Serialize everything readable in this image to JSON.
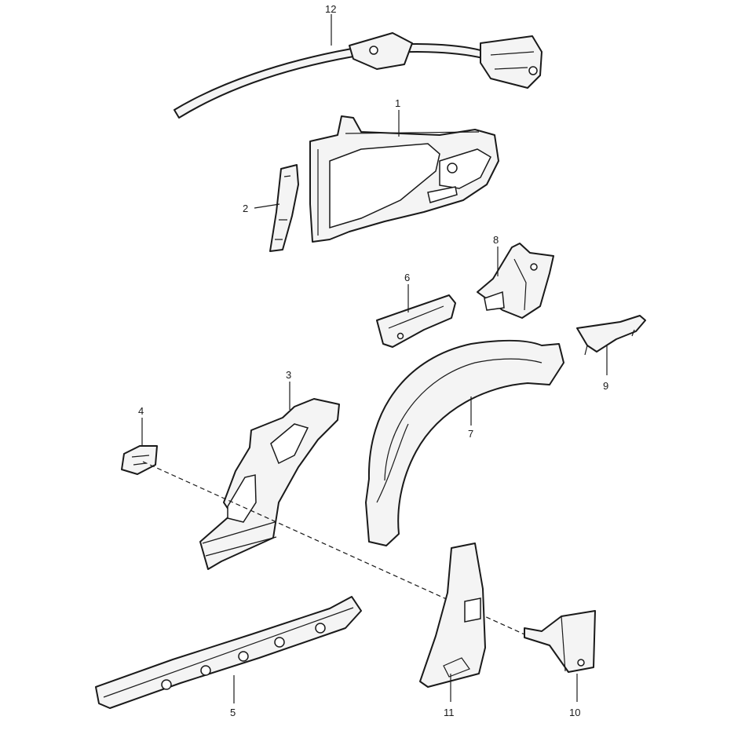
{
  "callouts": {
    "p1": "1",
    "p2": "2",
    "p3": "3",
    "p4": "4",
    "p5": "5",
    "p6": "6",
    "p7": "7",
    "p8": "8",
    "p9": "9",
    "p10": "10",
    "p11": "11",
    "p12": "12"
  }
}
